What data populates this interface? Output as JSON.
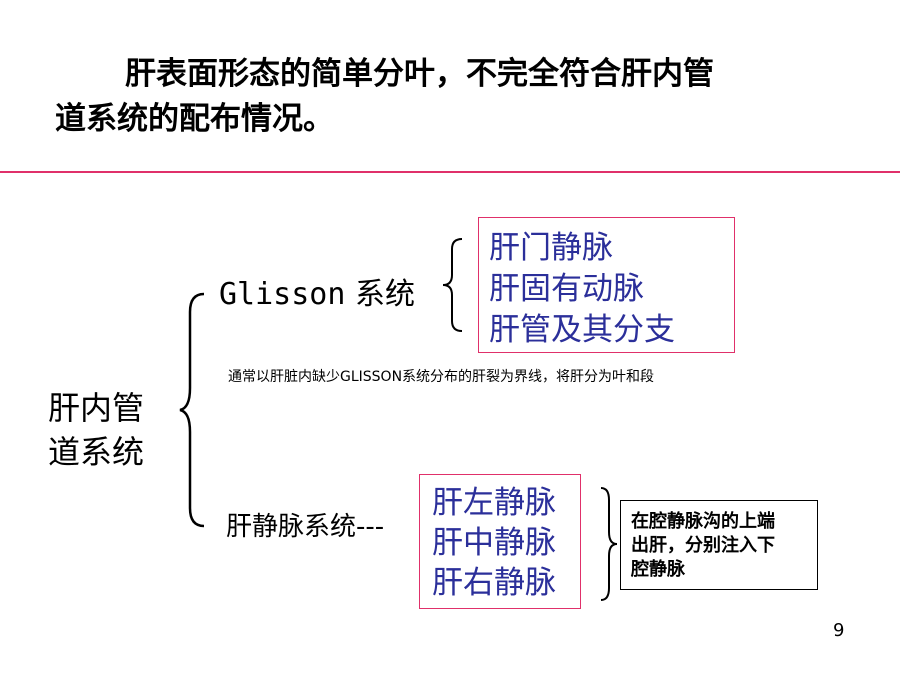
{
  "slide": {
    "heading_line1": "肝表面形态的简单分叶，不完全符合肝内管",
    "heading_line2": "道系统的配布情况。",
    "page_number": "9",
    "accent_color": "#e0306a",
    "item_color": "#2b2f9a"
  },
  "diagram": {
    "root_line1": "肝内管",
    "root_line2": "道系统",
    "glisson": {
      "label_latin": "Glisson",
      "label_cn": "系统",
      "items": [
        "肝门静脉",
        "肝固有动脉",
        "肝管及其分支"
      ]
    },
    "note": "通常以肝脏内缺少GLISSON系统分布的肝裂为界线，将肝分为叶和段",
    "hepatic_veins": {
      "label": "肝静脉系统---",
      "items": [
        "肝左静脉",
        "肝中静脉",
        "肝右静脉"
      ],
      "annotation_line1": "在腔静脉沟的上端",
      "annotation_line2": "出肝，分别注入下",
      "annotation_line3": "腔静脉"
    }
  }
}
